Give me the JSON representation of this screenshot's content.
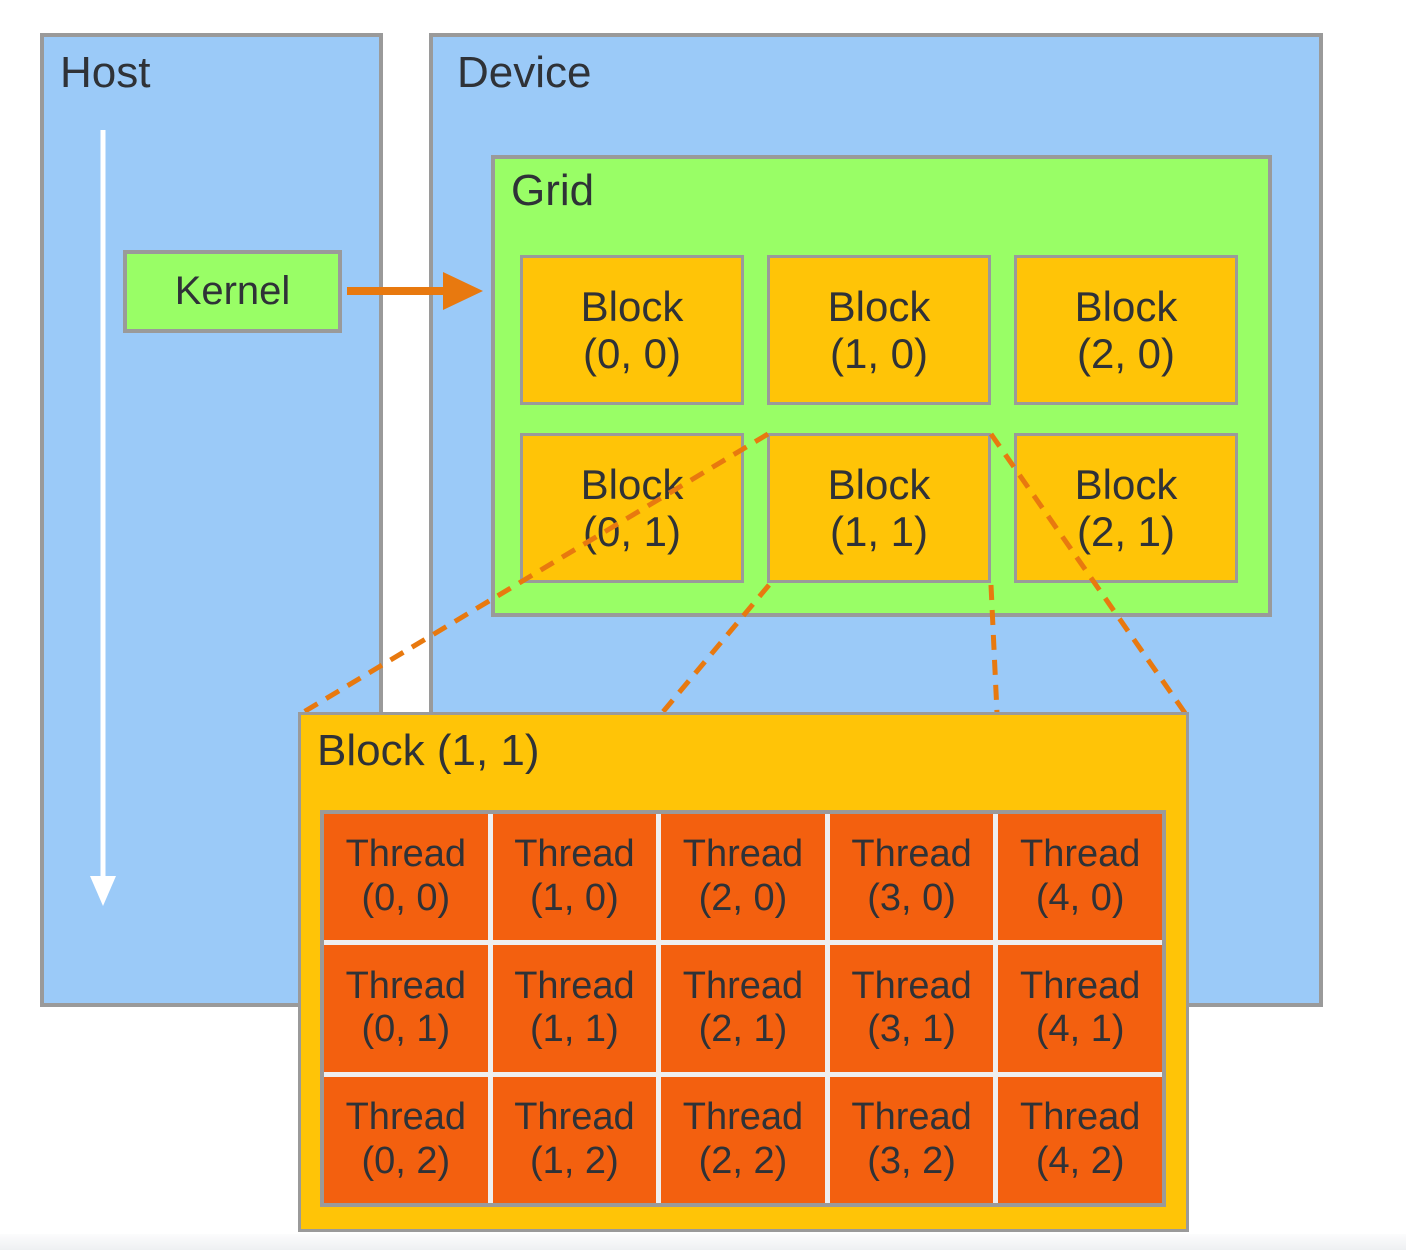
{
  "host": {
    "label": "Host"
  },
  "device": {
    "label": "Device"
  },
  "kernel": {
    "label": "Kernel"
  },
  "grid": {
    "label": "Grid",
    "blocks": [
      {
        "name": "Block",
        "coord": "(0, 0)"
      },
      {
        "name": "Block",
        "coord": "(1, 0)"
      },
      {
        "name": "Block",
        "coord": "(2, 0)"
      },
      {
        "name": "Block",
        "coord": "(0, 1)"
      },
      {
        "name": "Block",
        "coord": "(1, 1)"
      },
      {
        "name": "Block",
        "coord": "(2, 1)"
      }
    ]
  },
  "block_detail": {
    "title": "Block (1, 1)",
    "threads": [
      {
        "name": "Thread",
        "coord": "(0, 0)"
      },
      {
        "name": "Thread",
        "coord": "(1, 0)"
      },
      {
        "name": "Thread",
        "coord": "(2, 0)"
      },
      {
        "name": "Thread",
        "coord": "(3, 0)"
      },
      {
        "name": "Thread",
        "coord": "(4, 0)"
      },
      {
        "name": "Thread",
        "coord": "(0, 1)"
      },
      {
        "name": "Thread",
        "coord": "(1, 1)"
      },
      {
        "name": "Thread",
        "coord": "(2, 1)"
      },
      {
        "name": "Thread",
        "coord": "(3, 1)"
      },
      {
        "name": "Thread",
        "coord": "(4, 1)"
      },
      {
        "name": "Thread",
        "coord": "(0, 2)"
      },
      {
        "name": "Thread",
        "coord": "(1, 2)"
      },
      {
        "name": "Thread",
        "coord": "(2, 2)"
      },
      {
        "name": "Thread",
        "coord": "(3, 2)"
      },
      {
        "name": "Thread",
        "coord": "(4, 2)"
      }
    ]
  },
  "colors": {
    "host_device_fill": "#9BCAF8",
    "green_fill": "#99FE66",
    "yellow_fill": "#FFC407",
    "thread_fill": "#F3600F",
    "arrow_orange": "#E8790F",
    "border_gray": "#9A9A9A",
    "thread_gap": "#EFEFEF",
    "text": "#2F3237",
    "white_arrow": "#FFFFFF"
  }
}
